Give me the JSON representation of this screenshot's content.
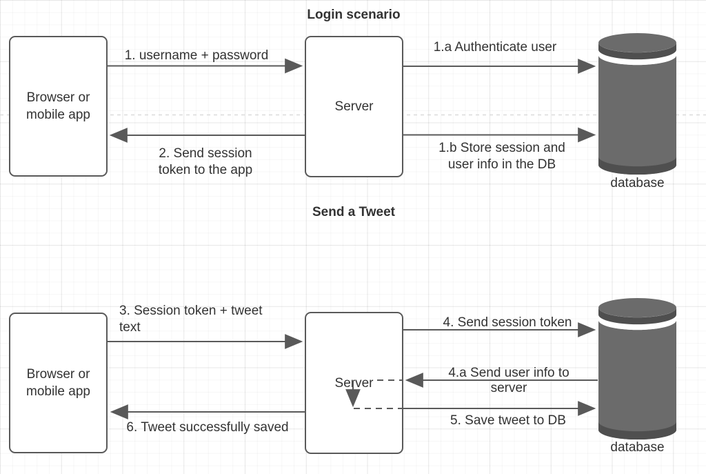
{
  "login": {
    "title": "Login scenario",
    "client": {
      "line1": "Browser or",
      "line2": "mobile app"
    },
    "server": "Server",
    "database": "database",
    "messages": {
      "m1": "1. username + password",
      "m1a": "1.a Authenticate user",
      "m1b_line1": "1.b Store session and",
      "m1b_line2": "user info in the DB",
      "m2_line1": "2. Send session",
      "m2_line2": "token to the app"
    }
  },
  "tweet": {
    "title": "Send a Tweet",
    "client": {
      "line1": "Browser or",
      "line2": "mobile app"
    },
    "server": "Server",
    "database": "database",
    "messages": {
      "m3_line1": "3. Session token + tweet",
      "m3_line2": "text",
      "m4": "4. Send session token",
      "m4a_line1": "4.a Send user info to",
      "m4a_line2": "server",
      "m5": "5. Save tweet to DB",
      "m6": "6. Tweet successfully saved"
    }
  },
  "colors": {
    "stroke": "#595959",
    "text": "#333333",
    "db_fill": "#6b6b6b",
    "db_rim": "#4f4f4f",
    "page_separator": "#dadada"
  }
}
